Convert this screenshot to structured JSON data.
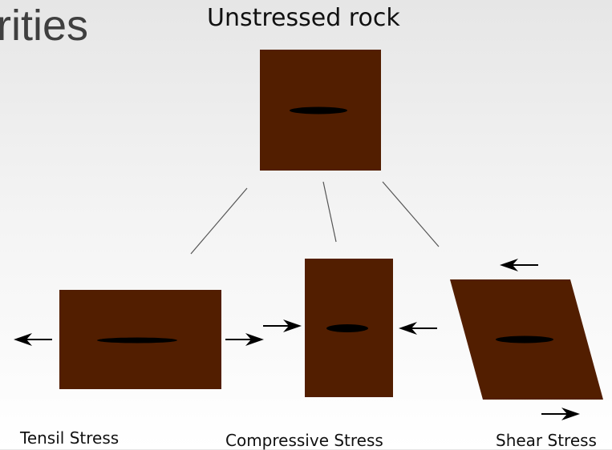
{
  "slide": {
    "title_fragment": "rities"
  },
  "diagram": {
    "top_label": "Unstressed rock",
    "panels": [
      {
        "id": "tensile",
        "caption": "Tensil Stress"
      },
      {
        "id": "compressive",
        "caption": "Compressive Stress"
      },
      {
        "id": "shear",
        "caption": "Shear Stress"
      }
    ],
    "colors": {
      "rock": "#521e00",
      "crack": "#000000",
      "arrow": "#000000",
      "connector": "#555555",
      "title_text": "#3f3f3f",
      "label_text": "#111111"
    }
  }
}
